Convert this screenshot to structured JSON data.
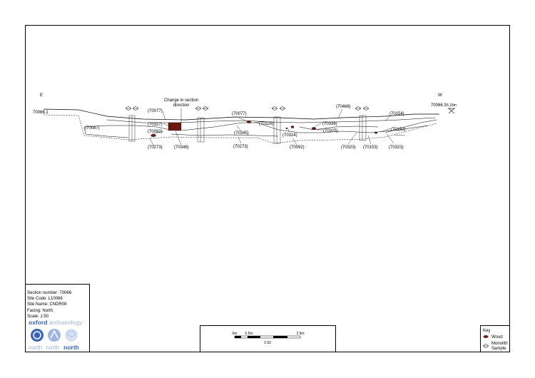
{
  "section": {
    "east_label": "E",
    "west_label": "W",
    "left_level": "70066.1",
    "right_level": "70066.3",
    "datum": "5.18m",
    "change_note_1": "Change in section",
    "change_note_2": "direction"
  },
  "contexts": {
    "c70077a": "(70077)",
    "c70327": "(70327)",
    "c70092a": "(70092)",
    "c70087": "(70087)",
    "c70273a": "(70273)",
    "c70346": "(70346)",
    "c70077b": "(70077)",
    "c70345": "(70345)",
    "c70273b": "(70273)",
    "c70326": "(70326)",
    "c70324": "(70324)",
    "c70092b": "(70092)",
    "c70468": "(70468)",
    "c70336": "(70336)",
    "c70325": "(70325)",
    "c70323a": "(70323)",
    "c70154": "(70154)",
    "c70153a": "(70153)",
    "c70153b": "(70153)",
    "c70323b": "(70323)"
  },
  "info": {
    "section_number": "Section number: 70066",
    "site_code": "Site Code: L10066",
    "site_name": "Site Name: CNDR08",
    "facing": "Facing: North",
    "scale": "Scale: 1:50"
  },
  "logo": {
    "line1_a": "oxford",
    "line1_b": "archaeology",
    "line2_a": "north",
    "line2_b": "north",
    "line2_c": "north"
  },
  "scale_bar": {
    "t0": "0m",
    "t1": "0.5m",
    "t2": "2.5m",
    "ratio": "1:50"
  },
  "key": {
    "title": "Key",
    "wood": "Wood",
    "monolith_1": "Monolith",
    "monolith_2": "Sample"
  },
  "colors": {
    "wood": "#6b1a12",
    "logo_blue": "#3a64b8",
    "logo_light": "#9fb4de"
  }
}
